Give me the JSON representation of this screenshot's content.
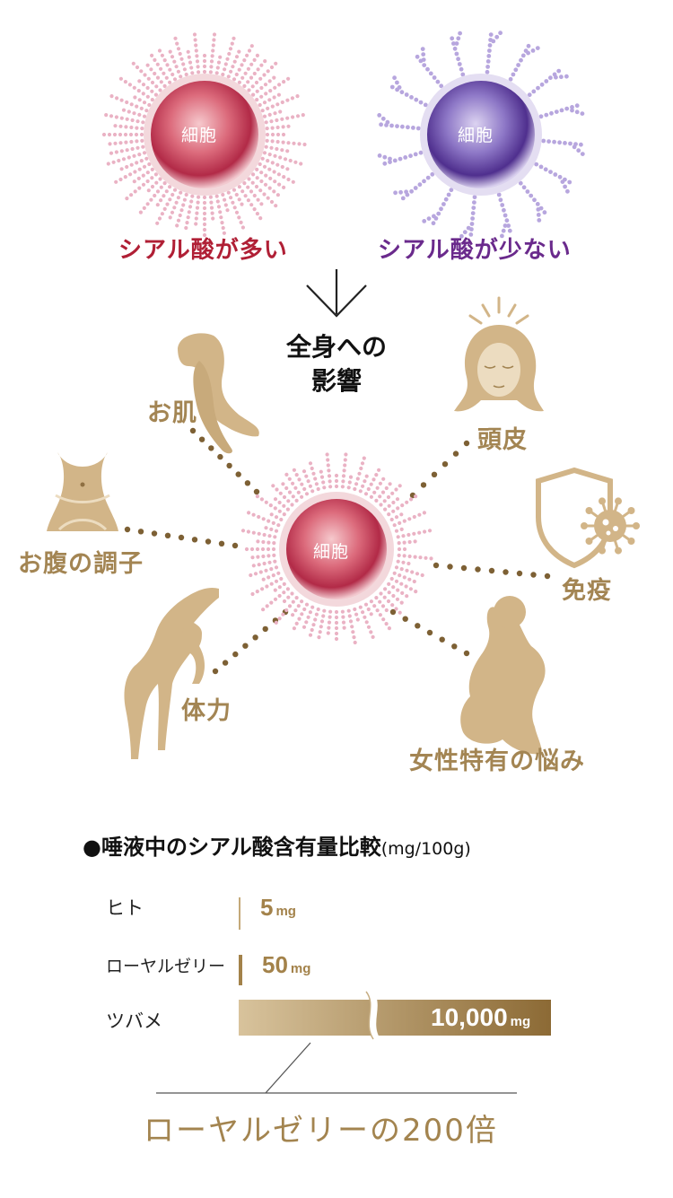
{
  "cells": {
    "cell_label": "細胞",
    "high_caption": "シアル酸が多い",
    "low_caption": "シアル酸が少ない",
    "colors": {
      "high": "#b8243a",
      "low": "#6a2a8c",
      "gold": "#c9ab7c"
    }
  },
  "effects": {
    "center_title": [
      "全身への",
      "影響"
    ],
    "areas": {
      "skin": "お肌",
      "scalp": "頭皮",
      "gut": "お腹の調子",
      "immunity": "免疫",
      "stamina": "体力",
      "women": "女性特有の悩み"
    }
  },
  "comparison": {
    "title": "●唾液中のシアル酸含有量比較",
    "unit_note": "(mg/100g)",
    "rows": [
      {
        "label": "ヒト",
        "value": "5",
        "unit": "mg"
      },
      {
        "label": "ローヤルゼリー",
        "value": "50",
        "unit": "mg"
      },
      {
        "label": "ツバメ",
        "value": "10,000",
        "unit": "mg"
      }
    ],
    "note": "ローヤルゼリーの200倍"
  },
  "chart_data": {
    "type": "bar",
    "categories": [
      "ヒト",
      "ローヤルゼリー",
      "ツバメ"
    ],
    "values": [
      5,
      50,
      10000
    ],
    "title": "●唾液中のシアル酸含有量比較(mg/100g)",
    "xlabel": "",
    "ylabel": "",
    "axis_break": true
  }
}
